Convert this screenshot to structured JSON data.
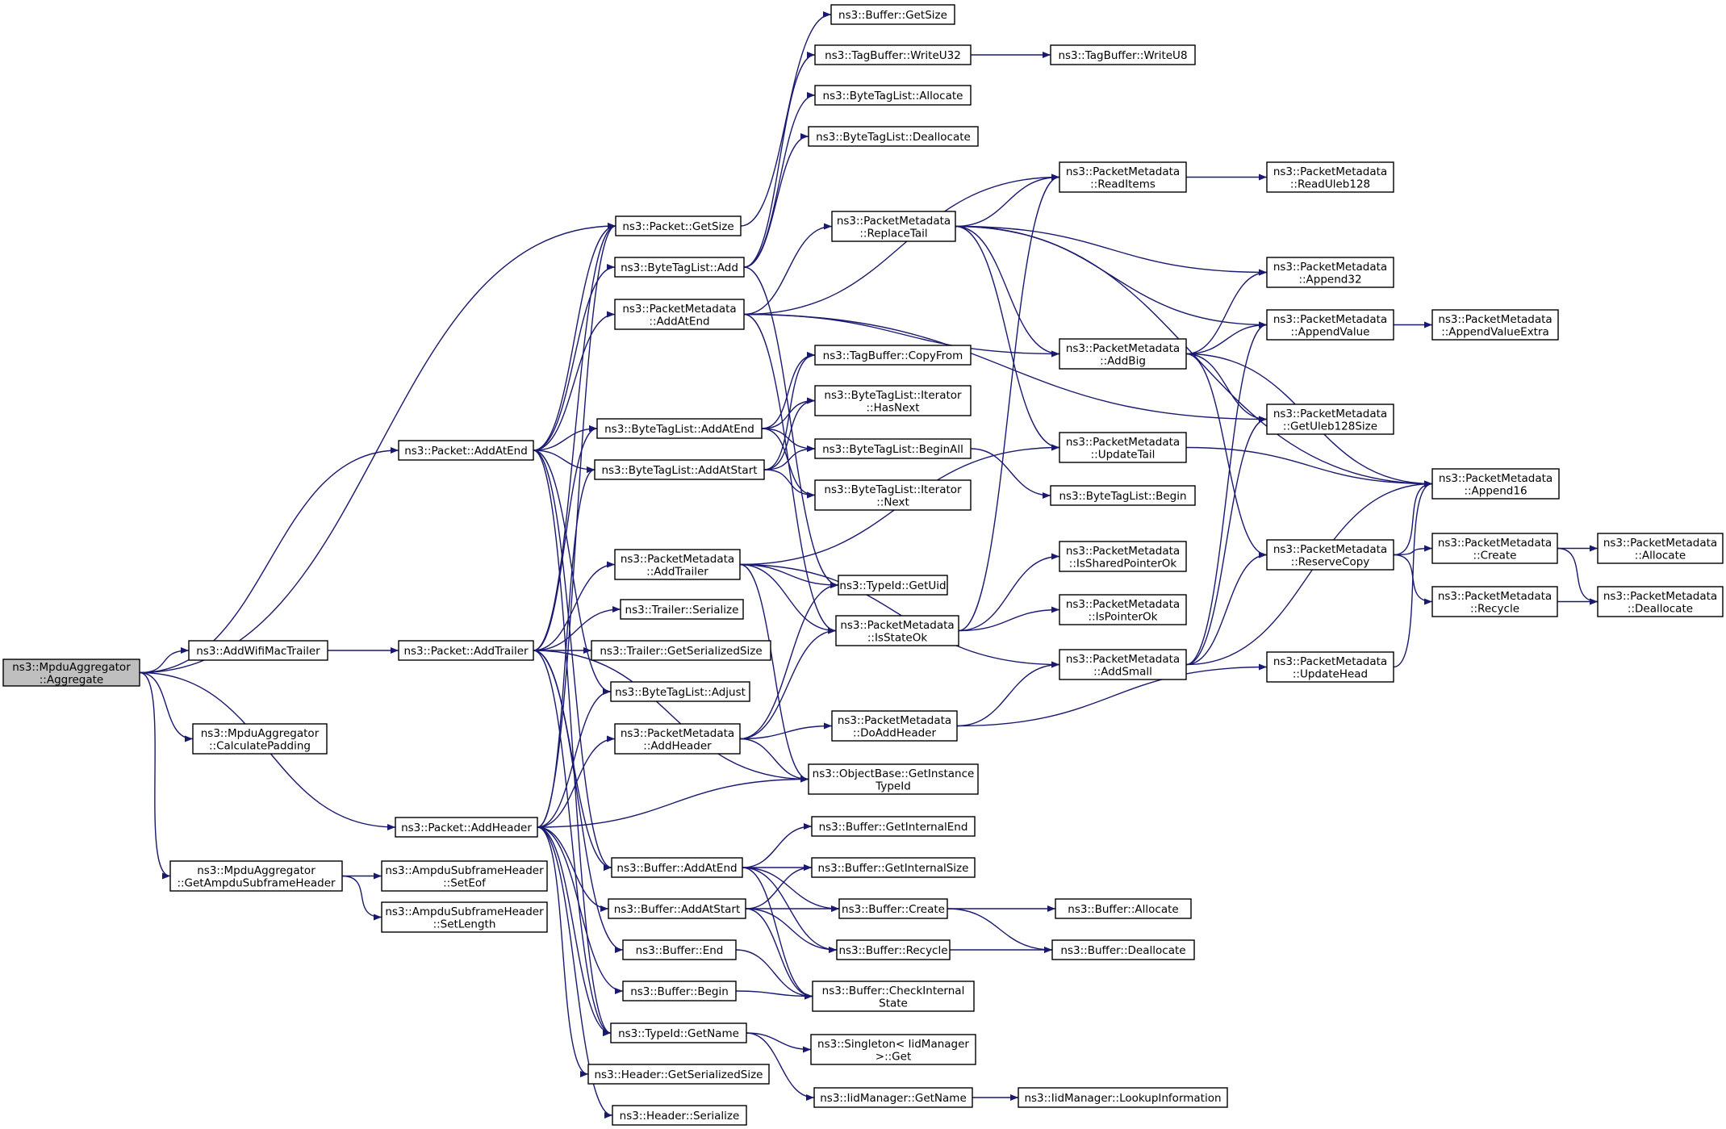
{
  "graph": {
    "nodes": [
      {
        "id": "n0",
        "lines": [
          "ns3::MpduAggregator",
          "::Aggregate"
        ],
        "root": true
      },
      {
        "id": "n1",
        "lines": [
          "ns3::Packet::GetSize"
        ]
      },
      {
        "id": "n2",
        "lines": [
          "ns3::Packet::AddAtEnd"
        ]
      },
      {
        "id": "n3",
        "lines": [
          "ns3::AddWifiMacTrailer"
        ]
      },
      {
        "id": "n4",
        "lines": [
          "ns3::MpduAggregator",
          "::CalculatePadding"
        ]
      },
      {
        "id": "n5",
        "lines": [
          "ns3::Packet::AddHeader"
        ]
      },
      {
        "id": "n6",
        "lines": [
          "ns3::MpduAggregator",
          "::GetAmpduSubframeHeader"
        ]
      },
      {
        "id": "n7",
        "lines": [
          "ns3::Buffer::GetSize"
        ]
      },
      {
        "id": "n8",
        "lines": [
          "ns3::ByteTagList::Add"
        ]
      },
      {
        "id": "n9",
        "lines": [
          "ns3::PacketMetadata",
          "::AddAtEnd"
        ]
      },
      {
        "id": "n10",
        "lines": [
          "ns3::ByteTagList::AddAtEnd"
        ]
      },
      {
        "id": "n11",
        "lines": [
          "ns3::ByteTagList::AddAtStart"
        ]
      },
      {
        "id": "n12",
        "lines": [
          "ns3::Packet::AddTrailer"
        ]
      },
      {
        "id": "n13",
        "lines": [
          "ns3::PacketMetadata",
          "::AddTrailer"
        ]
      },
      {
        "id": "n14",
        "lines": [
          "ns3::Trailer::Serialize"
        ]
      },
      {
        "id": "n15",
        "lines": [
          "ns3::Trailer::GetSerializedSize"
        ]
      },
      {
        "id": "n16",
        "lines": [
          "ns3::ByteTagList::Adjust"
        ]
      },
      {
        "id": "n17",
        "lines": [
          "ns3::PacketMetadata",
          "::AddHeader"
        ]
      },
      {
        "id": "n18",
        "lines": [
          "ns3::Buffer::AddAtEnd"
        ]
      },
      {
        "id": "n19",
        "lines": [
          "ns3::Buffer::AddAtStart"
        ]
      },
      {
        "id": "n20",
        "lines": [
          "ns3::Buffer::End"
        ]
      },
      {
        "id": "n21",
        "lines": [
          "ns3::Buffer::Begin"
        ]
      },
      {
        "id": "n22",
        "lines": [
          "ns3::TypeId::GetName"
        ]
      },
      {
        "id": "n23",
        "lines": [
          "ns3::Header::GetSerializedSize"
        ]
      },
      {
        "id": "n24",
        "lines": [
          "ns3::Header::Serialize"
        ]
      },
      {
        "id": "n25",
        "lines": [
          "ns3::AmpduSubframeHeader",
          "::SetEof"
        ]
      },
      {
        "id": "n26",
        "lines": [
          "ns3::AmpduSubframeHeader",
          "::SetLength"
        ]
      },
      {
        "id": "n27",
        "lines": [
          "ns3::TagBuffer::WriteU32"
        ]
      },
      {
        "id": "n28",
        "lines": [
          "ns3::ByteTagList::Allocate"
        ]
      },
      {
        "id": "n29",
        "lines": [
          "ns3::ByteTagList::Deallocate"
        ]
      },
      {
        "id": "n30",
        "lines": [
          "ns3::PacketMetadata",
          "::ReplaceTail"
        ]
      },
      {
        "id": "n31",
        "lines": [
          "ns3::TagBuffer::CopyFrom"
        ]
      },
      {
        "id": "n32",
        "lines": [
          "ns3::ByteTagList::Iterator",
          "::HasNext"
        ]
      },
      {
        "id": "n33",
        "lines": [
          "ns3::ByteTagList::BeginAll"
        ]
      },
      {
        "id": "n34",
        "lines": [
          "ns3::ByteTagList::Iterator",
          "::Next"
        ]
      },
      {
        "id": "n35",
        "lines": [
          "ns3::TypeId::GetUid"
        ]
      },
      {
        "id": "n36",
        "lines": [
          "ns3::PacketMetadata",
          "::IsStateOk"
        ]
      },
      {
        "id": "n37",
        "lines": [
          "ns3::PacketMetadata",
          "::DoAddHeader"
        ]
      },
      {
        "id": "n38",
        "lines": [
          "ns3::ObjectBase::GetInstance",
          "TypeId"
        ]
      },
      {
        "id": "n39",
        "lines": [
          "ns3::Buffer::GetInternalEnd"
        ]
      },
      {
        "id": "n40",
        "lines": [
          "ns3::Buffer::GetInternalSize"
        ]
      },
      {
        "id": "n41",
        "lines": [
          "ns3::Buffer::Create"
        ]
      },
      {
        "id": "n42",
        "lines": [
          "ns3::Buffer::Recycle"
        ]
      },
      {
        "id": "n43",
        "lines": [
          "ns3::Buffer::CheckInternal",
          "State"
        ]
      },
      {
        "id": "n44",
        "lines": [
          "ns3::Singleton< IidManager",
          " >::Get"
        ]
      },
      {
        "id": "n45",
        "lines": [
          "ns3::IidManager::GetName"
        ]
      },
      {
        "id": "n46",
        "lines": [
          "ns3::TagBuffer::WriteU8"
        ]
      },
      {
        "id": "n47",
        "lines": [
          "ns3::PacketMetadata",
          "::ReadItems"
        ]
      },
      {
        "id": "n48",
        "lines": [
          "ns3::PacketMetadata",
          "::AddBig"
        ]
      },
      {
        "id": "n49",
        "lines": [
          "ns3::PacketMetadata",
          "::UpdateTail"
        ]
      },
      {
        "id": "n50",
        "lines": [
          "ns3::ByteTagList::Begin"
        ]
      },
      {
        "id": "n51",
        "lines": [
          "ns3::PacketMetadata",
          "::IsSharedPointerOk"
        ]
      },
      {
        "id": "n52",
        "lines": [
          "ns3::PacketMetadata",
          "::IsPointerOk"
        ]
      },
      {
        "id": "n53",
        "lines": [
          "ns3::PacketMetadata",
          "::AddSmall"
        ]
      },
      {
        "id": "n54",
        "lines": [
          "ns3::Buffer::Allocate"
        ]
      },
      {
        "id": "n55",
        "lines": [
          "ns3::Buffer::Deallocate"
        ]
      },
      {
        "id": "n56",
        "lines": [
          "ns3::IidManager::LookupInformation"
        ]
      },
      {
        "id": "n57",
        "lines": [
          "ns3::PacketMetadata",
          "::ReadUleb128"
        ]
      },
      {
        "id": "n58",
        "lines": [
          "ns3::PacketMetadata",
          "::Append32"
        ]
      },
      {
        "id": "n59",
        "lines": [
          "ns3::PacketMetadata",
          "::AppendValue"
        ]
      },
      {
        "id": "n60",
        "lines": [
          "ns3::PacketMetadata",
          "::GetUleb128Size"
        ]
      },
      {
        "id": "n61",
        "lines": [
          "ns3::PacketMetadata",
          "::ReserveCopy"
        ]
      },
      {
        "id": "n62",
        "lines": [
          "ns3::PacketMetadata",
          "::UpdateHead"
        ]
      },
      {
        "id": "n63",
        "lines": [
          "ns3::PacketMetadata",
          "::AppendValueExtra"
        ]
      },
      {
        "id": "n64",
        "lines": [
          "ns3::PacketMetadata",
          "::Append16"
        ]
      },
      {
        "id": "n65",
        "lines": [
          "ns3::PacketMetadata",
          "::Create"
        ]
      },
      {
        "id": "n66",
        "lines": [
          "ns3::PacketMetadata",
          "::Recycle"
        ]
      },
      {
        "id": "n67",
        "lines": [
          "ns3::PacketMetadata",
          "::Allocate"
        ]
      },
      {
        "id": "n68",
        "lines": [
          "ns3::PacketMetadata",
          "::Deallocate"
        ]
      }
    ],
    "edges": [
      [
        "n0",
        "n1"
      ],
      [
        "n0",
        "n2"
      ],
      [
        "n0",
        "n3"
      ],
      [
        "n0",
        "n4"
      ],
      [
        "n0",
        "n5"
      ],
      [
        "n0",
        "n6"
      ],
      [
        "n1",
        "n7"
      ],
      [
        "n2",
        "n1"
      ],
      [
        "n2",
        "n8"
      ],
      [
        "n2",
        "n9"
      ],
      [
        "n2",
        "n10"
      ],
      [
        "n2",
        "n11"
      ],
      [
        "n2",
        "n16"
      ],
      [
        "n2",
        "n18"
      ],
      [
        "n2",
        "n22"
      ],
      [
        "n3",
        "n12"
      ],
      [
        "n5",
        "n1"
      ],
      [
        "n5",
        "n11"
      ],
      [
        "n5",
        "n16"
      ],
      [
        "n5",
        "n17"
      ],
      [
        "n5",
        "n19"
      ],
      [
        "n5",
        "n21"
      ],
      [
        "n5",
        "n22"
      ],
      [
        "n5",
        "n23"
      ],
      [
        "n5",
        "n24"
      ],
      [
        "n5",
        "n38"
      ],
      [
        "n6",
        "n25"
      ],
      [
        "n6",
        "n26"
      ],
      [
        "n8",
        "n27"
      ],
      [
        "n8",
        "n28"
      ],
      [
        "n8",
        "n29"
      ],
      [
        "n8",
        "n35"
      ],
      [
        "n9",
        "n47"
      ],
      [
        "n9",
        "n30"
      ],
      [
        "n9",
        "n48"
      ],
      [
        "n9",
        "n60"
      ],
      [
        "n9",
        "n36"
      ],
      [
        "n10",
        "n31"
      ],
      [
        "n10",
        "n32"
      ],
      [
        "n10",
        "n33"
      ],
      [
        "n10",
        "n34"
      ],
      [
        "n11",
        "n31"
      ],
      [
        "n11",
        "n32"
      ],
      [
        "n11",
        "n33"
      ],
      [
        "n11",
        "n34"
      ],
      [
        "n12",
        "n1"
      ],
      [
        "n12",
        "n10"
      ],
      [
        "n12",
        "n13"
      ],
      [
        "n12",
        "n14"
      ],
      [
        "n12",
        "n15"
      ],
      [
        "n12",
        "n18"
      ],
      [
        "n12",
        "n20"
      ],
      [
        "n12",
        "n22"
      ],
      [
        "n12",
        "n38"
      ],
      [
        "n13",
        "n35"
      ],
      [
        "n13",
        "n36"
      ],
      [
        "n13",
        "n38"
      ],
      [
        "n13",
        "n49"
      ],
      [
        "n13",
        "n53"
      ],
      [
        "n17",
        "n35"
      ],
      [
        "n17",
        "n36"
      ],
      [
        "n17",
        "n37"
      ],
      [
        "n17",
        "n38"
      ],
      [
        "n18",
        "n39"
      ],
      [
        "n18",
        "n40"
      ],
      [
        "n18",
        "n41"
      ],
      [
        "n18",
        "n42"
      ],
      [
        "n18",
        "n43"
      ],
      [
        "n19",
        "n40"
      ],
      [
        "n19",
        "n41"
      ],
      [
        "n19",
        "n42"
      ],
      [
        "n19",
        "n43"
      ],
      [
        "n20",
        "n43"
      ],
      [
        "n21",
        "n43"
      ],
      [
        "n22",
        "n44"
      ],
      [
        "n22",
        "n45"
      ],
      [
        "n27",
        "n46"
      ],
      [
        "n30",
        "n47"
      ],
      [
        "n30",
        "n58"
      ],
      [
        "n30",
        "n59"
      ],
      [
        "n30",
        "n48"
      ],
      [
        "n30",
        "n49"
      ],
      [
        "n30",
        "n64"
      ],
      [
        "n33",
        "n50"
      ],
      [
        "n36",
        "n51"
      ],
      [
        "n36",
        "n52"
      ],
      [
        "n36",
        "n47"
      ],
      [
        "n37",
        "n53"
      ],
      [
        "n37",
        "n62"
      ],
      [
        "n41",
        "n54"
      ],
      [
        "n41",
        "n55"
      ],
      [
        "n42",
        "n55"
      ],
      [
        "n45",
        "n56"
      ],
      [
        "n47",
        "n57"
      ],
      [
        "n48",
        "n58"
      ],
      [
        "n48",
        "n59"
      ],
      [
        "n48",
        "n60"
      ],
      [
        "n48",
        "n61"
      ],
      [
        "n48",
        "n64"
      ],
      [
        "n49",
        "n64"
      ],
      [
        "n53",
        "n59"
      ],
      [
        "n53",
        "n60"
      ],
      [
        "n53",
        "n61"
      ],
      [
        "n53",
        "n64"
      ],
      [
        "n59",
        "n63"
      ],
      [
        "n61",
        "n64"
      ],
      [
        "n61",
        "n65"
      ],
      [
        "n61",
        "n66"
      ],
      [
        "n62",
        "n64"
      ],
      [
        "n65",
        "n67"
      ],
      [
        "n65",
        "n68"
      ],
      [
        "n66",
        "n68"
      ]
    ]
  }
}
